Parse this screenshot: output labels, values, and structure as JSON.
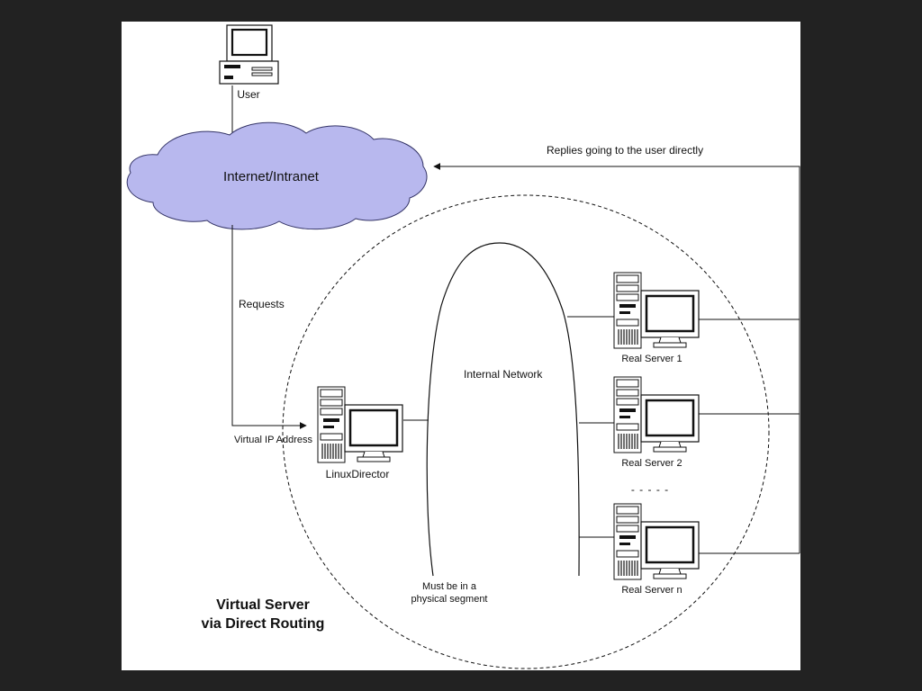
{
  "diagram": {
    "title_line1": "Virtual Server",
    "title_line2": "via Direct Routing",
    "user_label": "User",
    "cloud_label": "Internet/Intranet",
    "replies_label": "Replies going to the user directly",
    "requests_label": "Requests",
    "vip_label": "Virtual IP Address",
    "director_label": "LinuxDirector",
    "internal_network_label": "Internal Network",
    "segment_line1": "Must be in a",
    "segment_line2": "physical segment",
    "server1_label": "Real Server 1",
    "server2_label": "Real Server 2",
    "servern_label": "Real Server n",
    "ellipsis": "- - - - -"
  },
  "colors": {
    "background": "#222222",
    "sheet": "#ffffff",
    "cloud_fill": "#b8b8ee",
    "cloud_stroke": "#333366",
    "line": "#111111"
  },
  "icons": {
    "user": "desktop-computer-icon",
    "director": "tower-server-icon",
    "servers": "tower-server-icon"
  }
}
